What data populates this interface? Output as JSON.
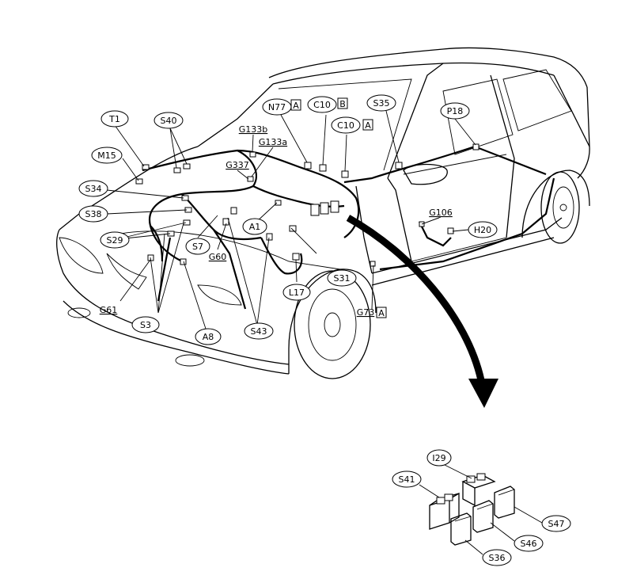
{
  "diagram": {
    "callouts": {
      "T1": "T1",
      "S40": "S40",
      "M15": "M15",
      "N77": "N77",
      "N77_box": "A",
      "C10_upper": "C10",
      "C10_upper_box": "B",
      "C10_lower": "C10",
      "C10_lower_box": "A",
      "S35": "S35",
      "P18": "P18",
      "S34": "S34",
      "S38": "S38",
      "S29": "S29",
      "S7": "S7",
      "A1": "A1",
      "G106": "G106",
      "H20": "H20",
      "S31": "S31",
      "L17": "L17",
      "G73": "G73",
      "G73_box": "A",
      "S3": "S3",
      "A8": "A8",
      "S43": "S43",
      "G61": "G61",
      "G60": "G60",
      "G133b": "G133b",
      "G133a": "G133a",
      "G337": "G337",
      "I29": "I29",
      "S41": "S41",
      "S47": "S47",
      "S46": "S46",
      "S36": "S36"
    }
  }
}
